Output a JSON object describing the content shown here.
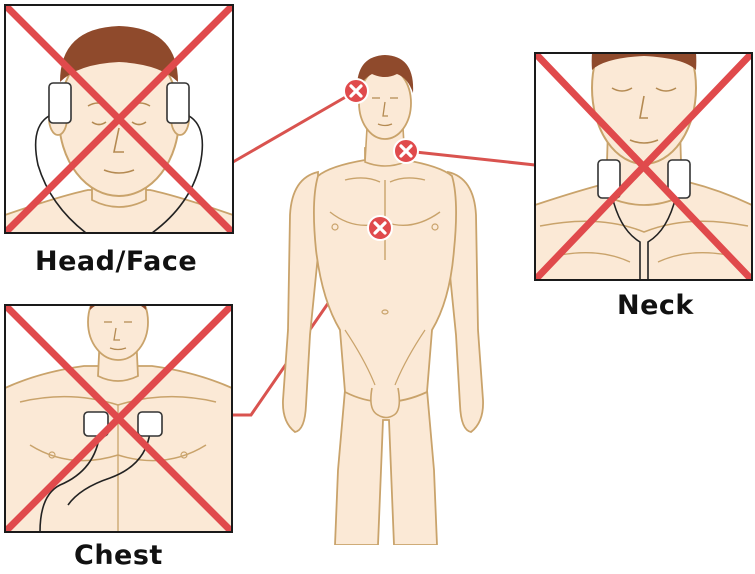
{
  "panels": [
    {
      "id": "head",
      "label": "Head/Face"
    },
    {
      "id": "neck",
      "label": "Neck"
    },
    {
      "id": "chest",
      "label": "Chest"
    }
  ],
  "colors": {
    "skin": "#fbe9d6",
    "outline": "#c9a36b",
    "hair": "#8f4a2c",
    "prohibited": "#e04a4c",
    "pad": "#ffffff",
    "cable": "#1a1a1a",
    "connector_line": "#d9534f"
  }
}
